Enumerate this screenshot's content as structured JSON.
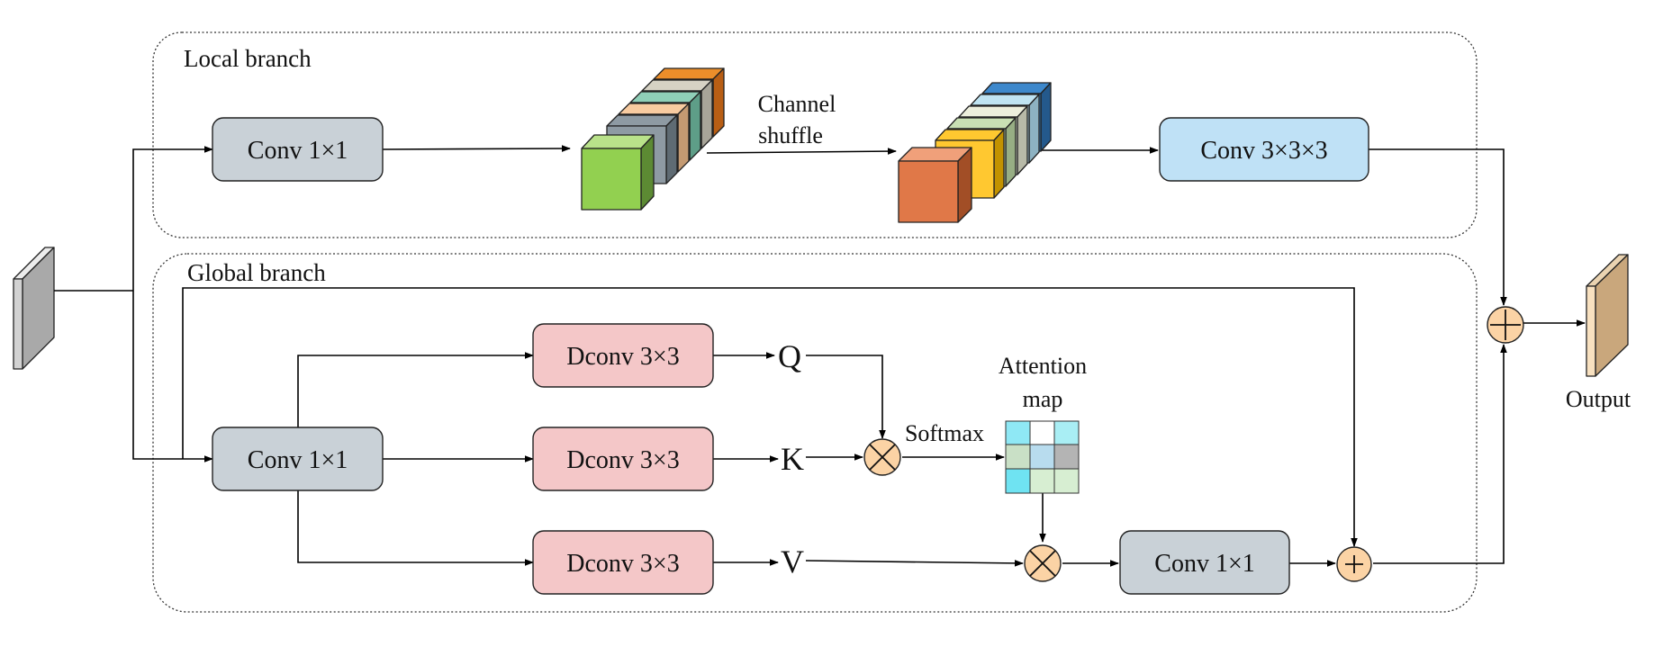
{
  "branches": {
    "local_label": "Local branch",
    "global_label": "Global branch"
  },
  "blocks": {
    "local_conv1": "Conv 1×1",
    "local_conv3": "Conv 3×3×3",
    "global_conv1": "Conv 1×1",
    "dconv_q": "Dconv 3×3",
    "dconv_k": "Dconv 3×3",
    "dconv_v": "Dconv 3×3",
    "out_conv1": "Conv 1×1"
  },
  "symbols": {
    "q": "Q",
    "k": "K",
    "v": "V"
  },
  "labels": {
    "channel_shuffle_line1": "Channel",
    "channel_shuffle_line2": "shuffle",
    "softmax": "Softmax",
    "attention_map_line1": "Attention",
    "attention_map_line2": "map",
    "output": "Output"
  },
  "colors": {
    "conv_gray": "#c9d1d7",
    "conv_blue": "#bfe1f6",
    "dconv_pink": "#f4c7c8",
    "operator_fill": "#fbd3a5",
    "input_tensor": "#d2d2d2",
    "output_tensor": "#d2b48c",
    "before_shuffle": [
      "#92d050",
      "#8e9aa3",
      "#f8cba0",
      "#8fcfb8",
      "#d6d2c4",
      "#ec8e2a"
    ],
    "after_shuffle": [
      "#e07848",
      "#ffc830",
      "#c9e0b4",
      "#eceedc",
      "#bfe3f2",
      "#3d88cc"
    ],
    "attention_cells": [
      "#8fe8f5",
      "#ffffff",
      "#a9eef4",
      "#c9e0c6",
      "#b8dcee",
      "#b4b4b4",
      "#6fe3f2",
      "#d7eed2",
      "#d7eed2"
    ]
  }
}
